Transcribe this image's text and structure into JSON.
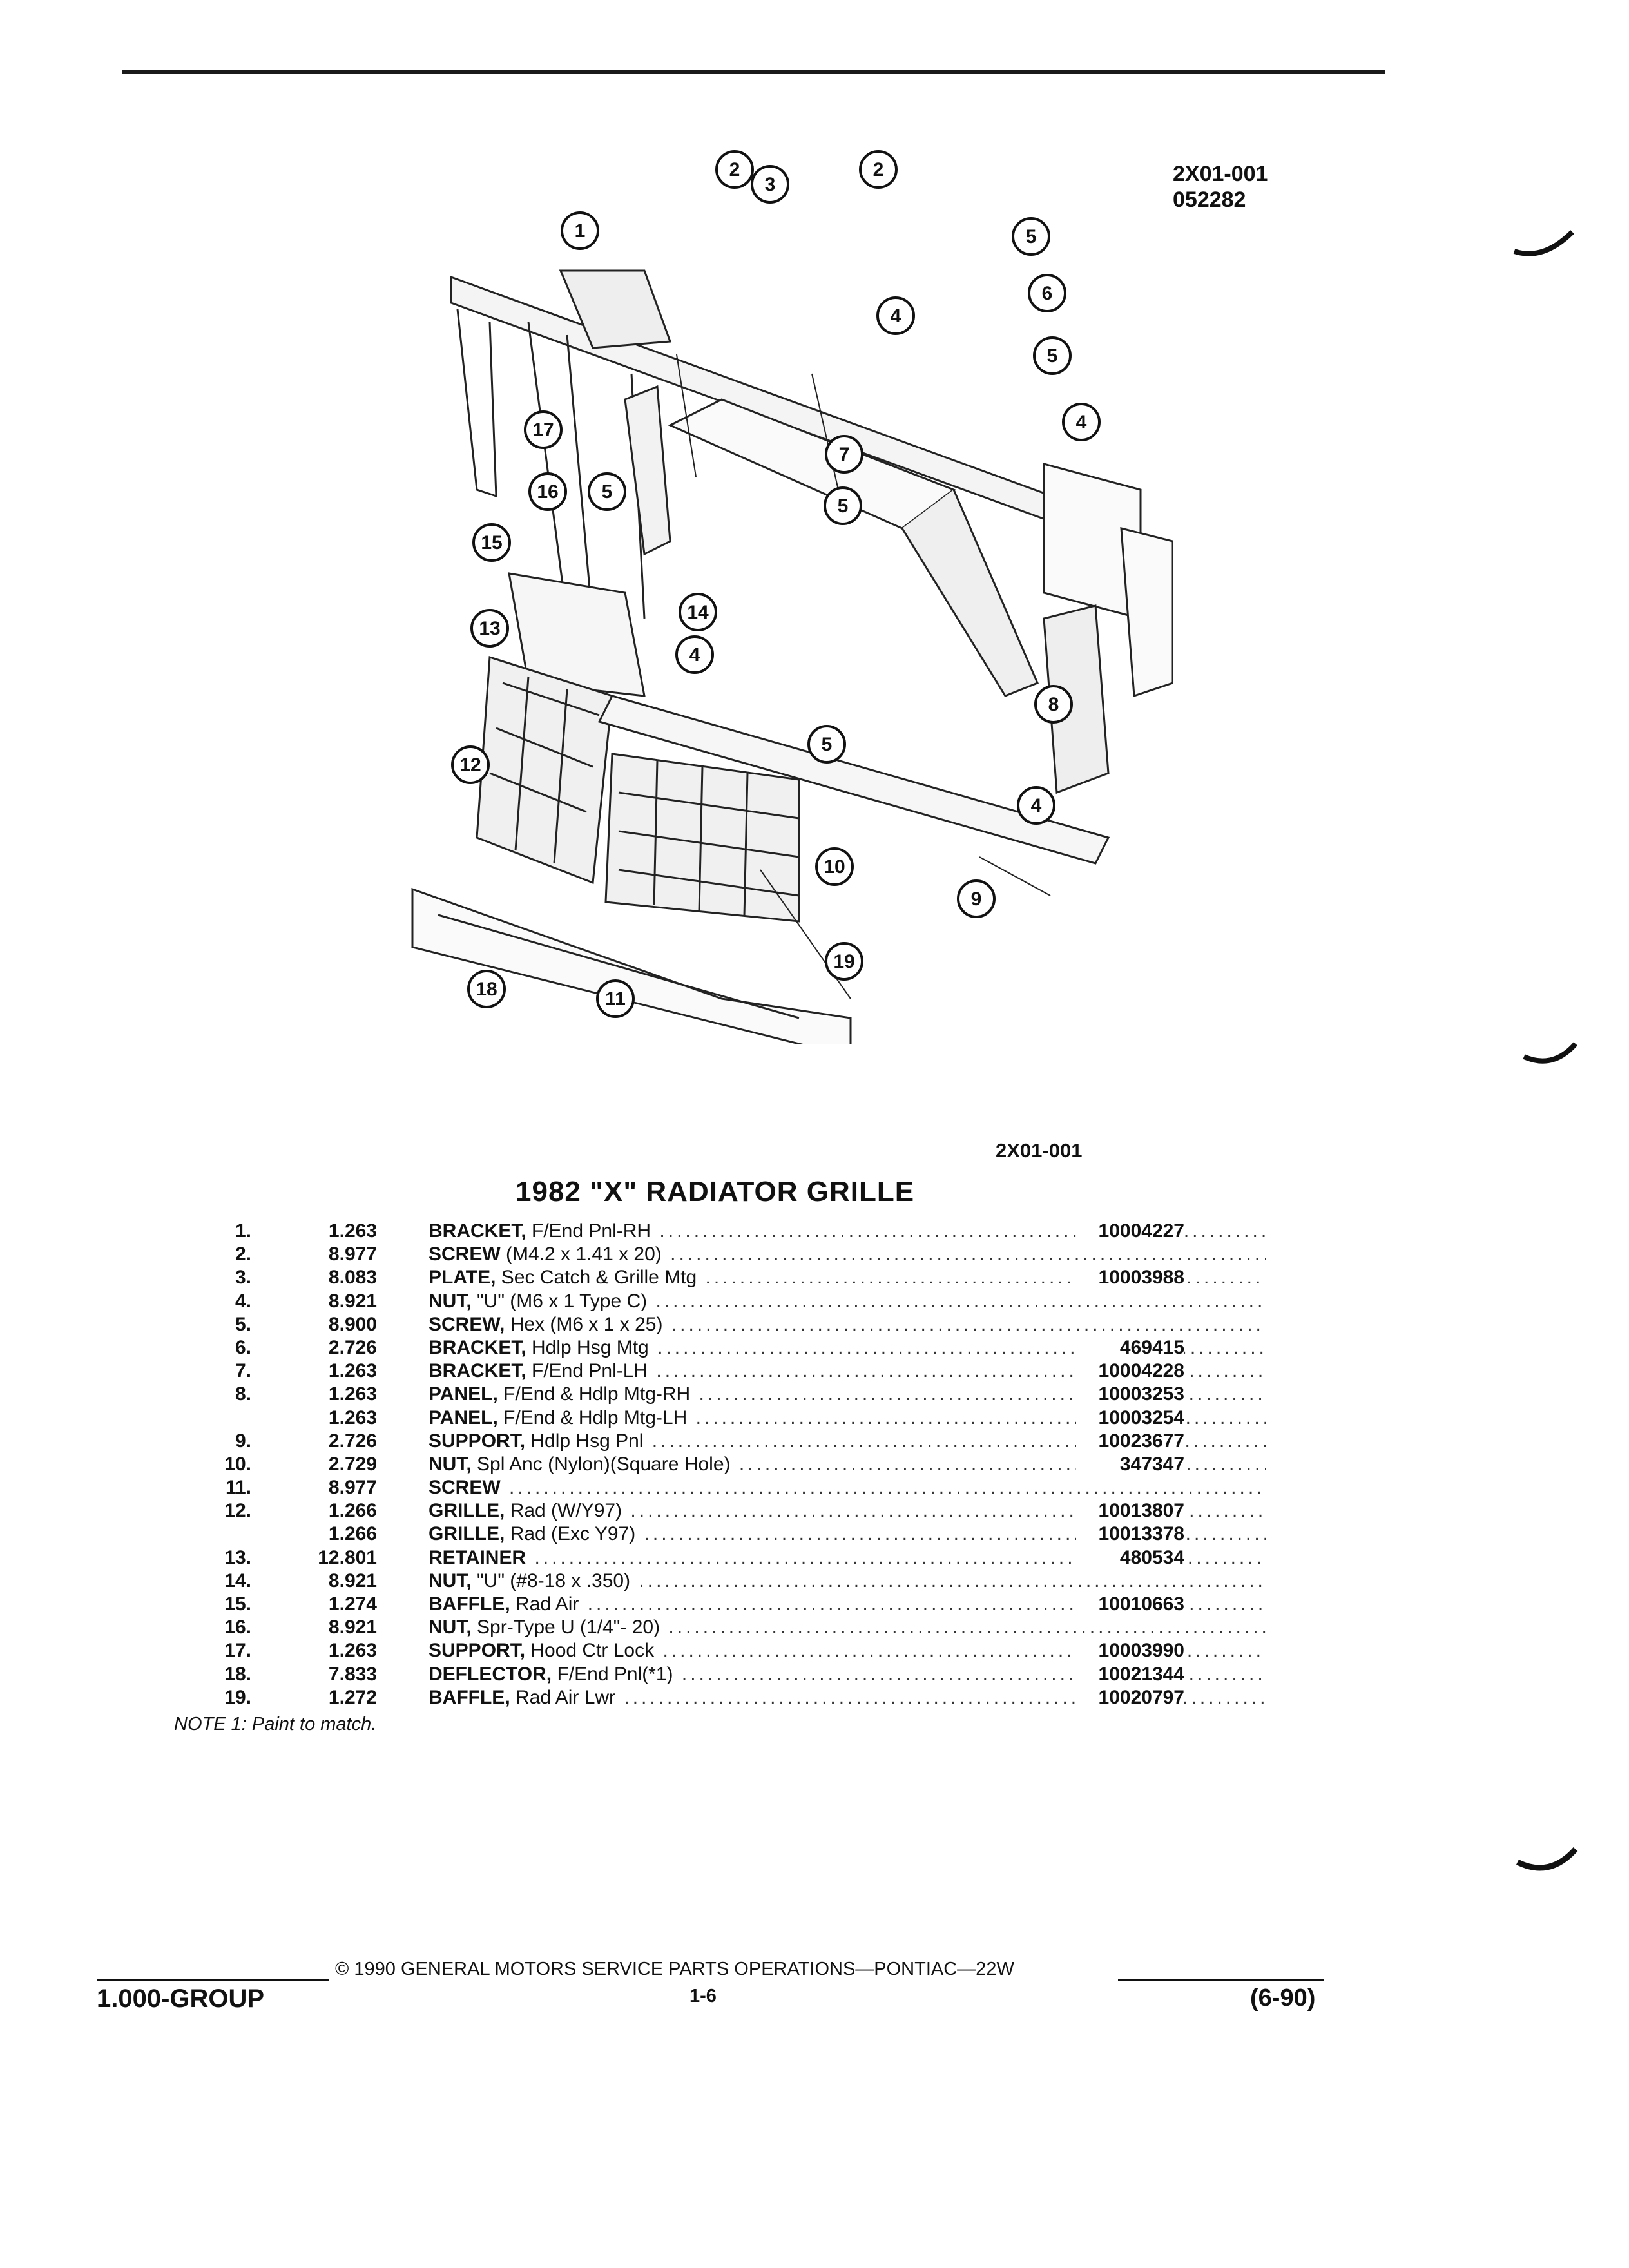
{
  "header": {
    "ref_code": "2X01-001",
    "ref_date": "052282"
  },
  "diagram": {
    "code": "2X01-001",
    "callouts": [
      "1",
      "2",
      "2",
      "3",
      "4",
      "4",
      "4",
      "4",
      "5",
      "5",
      "5",
      "5",
      "5",
      "6",
      "7",
      "8",
      "9",
      "10",
      "11",
      "12",
      "13",
      "14",
      "15",
      "16",
      "17",
      "18",
      "19"
    ]
  },
  "section_title": "1982 \"X\" RADIATOR GRILLE",
  "parts": [
    {
      "num": "1.",
      "grp": "1.263",
      "name": "BRACKET,",
      "spec": " F/End Pnl-RH",
      "pn": "10004227"
    },
    {
      "num": "2.",
      "grp": "8.977",
      "name": "SCREW",
      "spec": " (M4.2 x 1.41 x 20)",
      "pn": ""
    },
    {
      "num": "3.",
      "grp": "8.083",
      "name": "PLATE,",
      "spec": " Sec Catch & Grille Mtg",
      "pn": "10003988"
    },
    {
      "num": "4.",
      "grp": "8.921",
      "name": "NUT,",
      "spec": " \"U\" (M6 x 1 Type C)",
      "pn": ""
    },
    {
      "num": "5.",
      "grp": "8.900",
      "name": "SCREW,",
      "spec": " Hex (M6 x 1 x 25)",
      "pn": ""
    },
    {
      "num": "6.",
      "grp": "2.726",
      "name": "BRACKET,",
      "spec": " Hdlp Hsg Mtg",
      "pn": "469415"
    },
    {
      "num": "7.",
      "grp": "1.263",
      "name": "BRACKET,",
      "spec": " F/End Pnl-LH",
      "pn": "10004228"
    },
    {
      "num": "8.",
      "grp": "1.263",
      "name": "PANEL,",
      "spec": " F/End & Hdlp Mtg-RH",
      "pn": "10003253"
    },
    {
      "num": "",
      "grp": "1.263",
      "name": "PANEL,",
      "spec": " F/End & Hdlp Mtg-LH",
      "pn": "10003254"
    },
    {
      "num": "9.",
      "grp": "2.726",
      "name": "SUPPORT,",
      "spec": " Hdlp Hsg Pnl",
      "pn": "10023677"
    },
    {
      "num": "10.",
      "grp": "2.729",
      "name": "NUT,",
      "spec": " Spl Anc (Nylon)(Square Hole)",
      "pn": "347347"
    },
    {
      "num": "11.",
      "grp": "8.977",
      "name": "SCREW",
      "spec": "",
      "pn": ""
    },
    {
      "num": "12.",
      "grp": "1.266",
      "name": "GRILLE,",
      "spec": " Rad (W/Y97)",
      "pn": "10013807"
    },
    {
      "num": "",
      "grp": "1.266",
      "name": "GRILLE,",
      "spec": " Rad (Exc Y97)",
      "pn": "10013378"
    },
    {
      "num": "13.",
      "grp": "12.801",
      "name": "RETAINER",
      "spec": "",
      "pn": "480534"
    },
    {
      "num": "14.",
      "grp": "8.921",
      "name": "NUT,",
      "spec": " \"U\" (#8-18 x .350)",
      "pn": ""
    },
    {
      "num": "15.",
      "grp": "1.274",
      "name": "BAFFLE,",
      "spec": " Rad Air",
      "pn": "10010663"
    },
    {
      "num": "16.",
      "grp": "8.921",
      "name": "NUT,",
      "spec": " Spr-Type U (1/4\"- 20)",
      "pn": ""
    },
    {
      "num": "17.",
      "grp": "1.263",
      "name": "SUPPORT,",
      "spec": " Hood Ctr Lock",
      "pn": "10003990"
    },
    {
      "num": "18.",
      "grp": "7.833",
      "name": "DEFLECTOR,",
      "spec": " F/End Pnl(*1)",
      "pn": "10021344"
    },
    {
      "num": "19.",
      "grp": "1.272",
      "name": "BAFFLE,",
      "spec": " Rad Air Lwr",
      "pn": "10020797"
    }
  ],
  "note": "NOTE 1: Paint to match.",
  "footer": {
    "copyright": "© 1990 GENERAL MOTORS SERVICE PARTS OPERATIONS—PONTIAC—22W",
    "group": "1.000-GROUP",
    "page": "1-6",
    "date": "(6-90)"
  }
}
